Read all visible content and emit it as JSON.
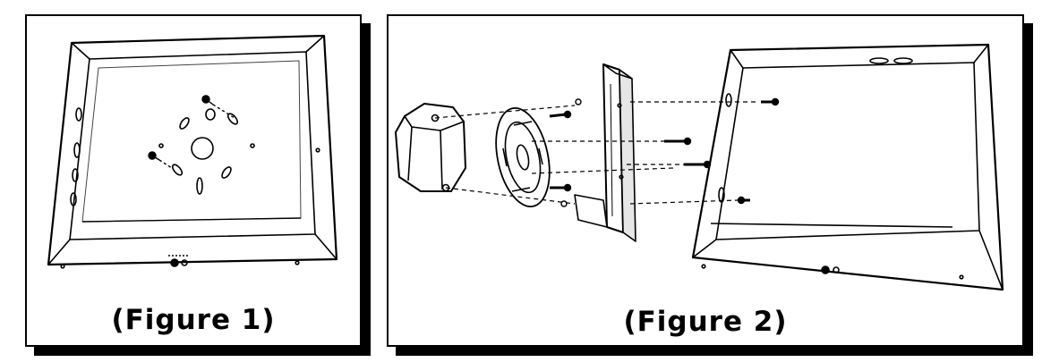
{
  "figures": [
    {
      "caption": "(Figure 1)"
    },
    {
      "caption": "(Figure 2)"
    }
  ],
  "colors": {
    "ink": "#000000",
    "paper": "#ffffff",
    "shade": "#e6e6e6"
  },
  "icons": [
    "frame-box",
    "mounting-plate",
    "junction-box",
    "bracket",
    "screw"
  ]
}
